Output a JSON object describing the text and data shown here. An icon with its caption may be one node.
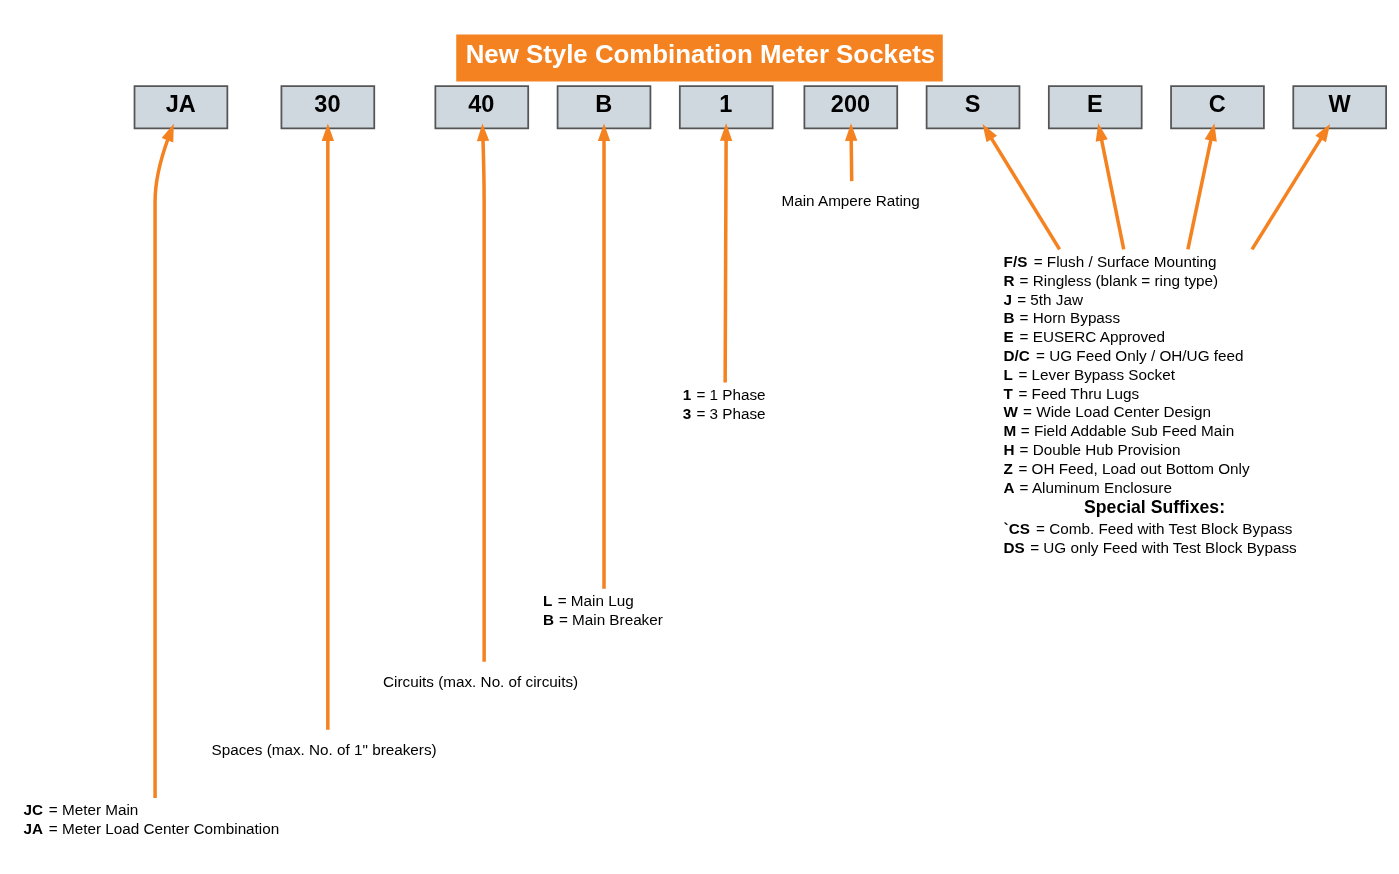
{
  "diagram": {
    "title": "New Style Combination Meter Sockets",
    "nodes": [
      {
        "text": [
          "JA"
        ]
      },
      {
        "text": [
          "30"
        ]
      },
      {
        "text": [
          "40"
        ]
      },
      {
        "text": [
          "B"
        ]
      },
      {
        "text": [
          "1"
        ]
      },
      {
        "text": [
          "200"
        ]
      },
      {
        "text": [
          "S"
        ]
      },
      {
        "text": [
          "E"
        ]
      },
      {
        "text": [
          "C"
        ]
      },
      {
        "text": [
          "W"
        ]
      },
      {
        "text": [
          "**JC** = Meter Main",
          "**JA** = Meter Load Center Combination"
        ]
      },
      {
        "text": [
          "Spaces (max. No. of 1\" breakers)"
        ]
      },
      {
        "text": [
          "Circuits (max. No. of circuits)"
        ]
      },
      {
        "text": [
          "**L** = Main Lug",
          "**B** = Main Breaker"
        ]
      },
      {
        "text": [
          "**1** = 1 Phase",
          "**3** = 3 Phase"
        ]
      },
      {
        "text": [
          "Main Ampere Rating"
        ]
      },
      {
        "text": [
          "**F/S** = Flush / Surface Mounting",
          "**R** = Ringless (blank = ring type)",
          "**J** = 5th Jaw",
          "**B** = Horn Bypass",
          "**E** = EUSERC Approved",
          "**D/C** = UG Feed Only / OH/UG feed",
          "**L** = Lever Bypass Socket",
          "**T** = Feed Thru Lugs",
          "**W** = Wide Load Center Design",
          "**M** = Field Addable Sub Feed Main",
          "**H** = Double Hub Provision",
          "**Z** = OH Feed, Load out Bottom Only",
          "**A** = Aluminum Enclosure",
          "Special Suffixes:",
          "**`CS** = Comb. Feed with Test Block Bypass",
          "**DS** = UG only Feed with Test Block Bypass"
        ]
      }
    ],
    "edges": [
      {
        "from": 10,
        "to": 0,
        "arrow": "to"
      },
      {
        "from": 11,
        "to": 1,
        "arrow": "to"
      },
      {
        "from": 12,
        "to": 2,
        "arrow": "to"
      },
      {
        "from": 13,
        "to": 3,
        "arrow": "to"
      },
      {
        "from": 14,
        "to": 4,
        "arrow": "to"
      },
      {
        "from": 15,
        "to": 5,
        "arrow": "to"
      },
      {
        "from": 16,
        "to": 6,
        "arrow": "to"
      },
      {
        "from": 16,
        "to": 7,
        "arrow": "to"
      },
      {
        "from": 16,
        "to": 8,
        "arrow": "to"
      },
      {
        "from": 16,
        "to": 9,
        "arrow": "to"
      }
    ]
  }
}
